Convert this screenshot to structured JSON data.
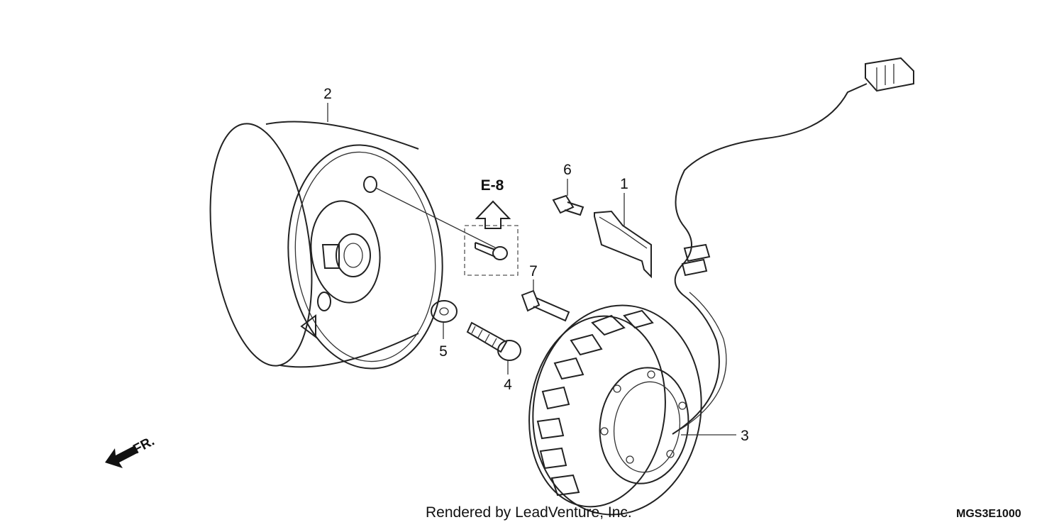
{
  "callouts": [
    {
      "id": "1",
      "label": "1"
    },
    {
      "id": "2",
      "label": "2"
    },
    {
      "id": "3",
      "label": "3"
    },
    {
      "id": "4",
      "label": "4"
    },
    {
      "id": "5",
      "label": "5"
    },
    {
      "id": "6",
      "label": "6"
    },
    {
      "id": "7",
      "label": "7"
    }
  ],
  "reference": {
    "label": "E-8"
  },
  "direction": {
    "label": "FR."
  },
  "footer": {
    "credit": "Rendered by LeadVenture, Inc.",
    "code": "MGS3E1000"
  }
}
